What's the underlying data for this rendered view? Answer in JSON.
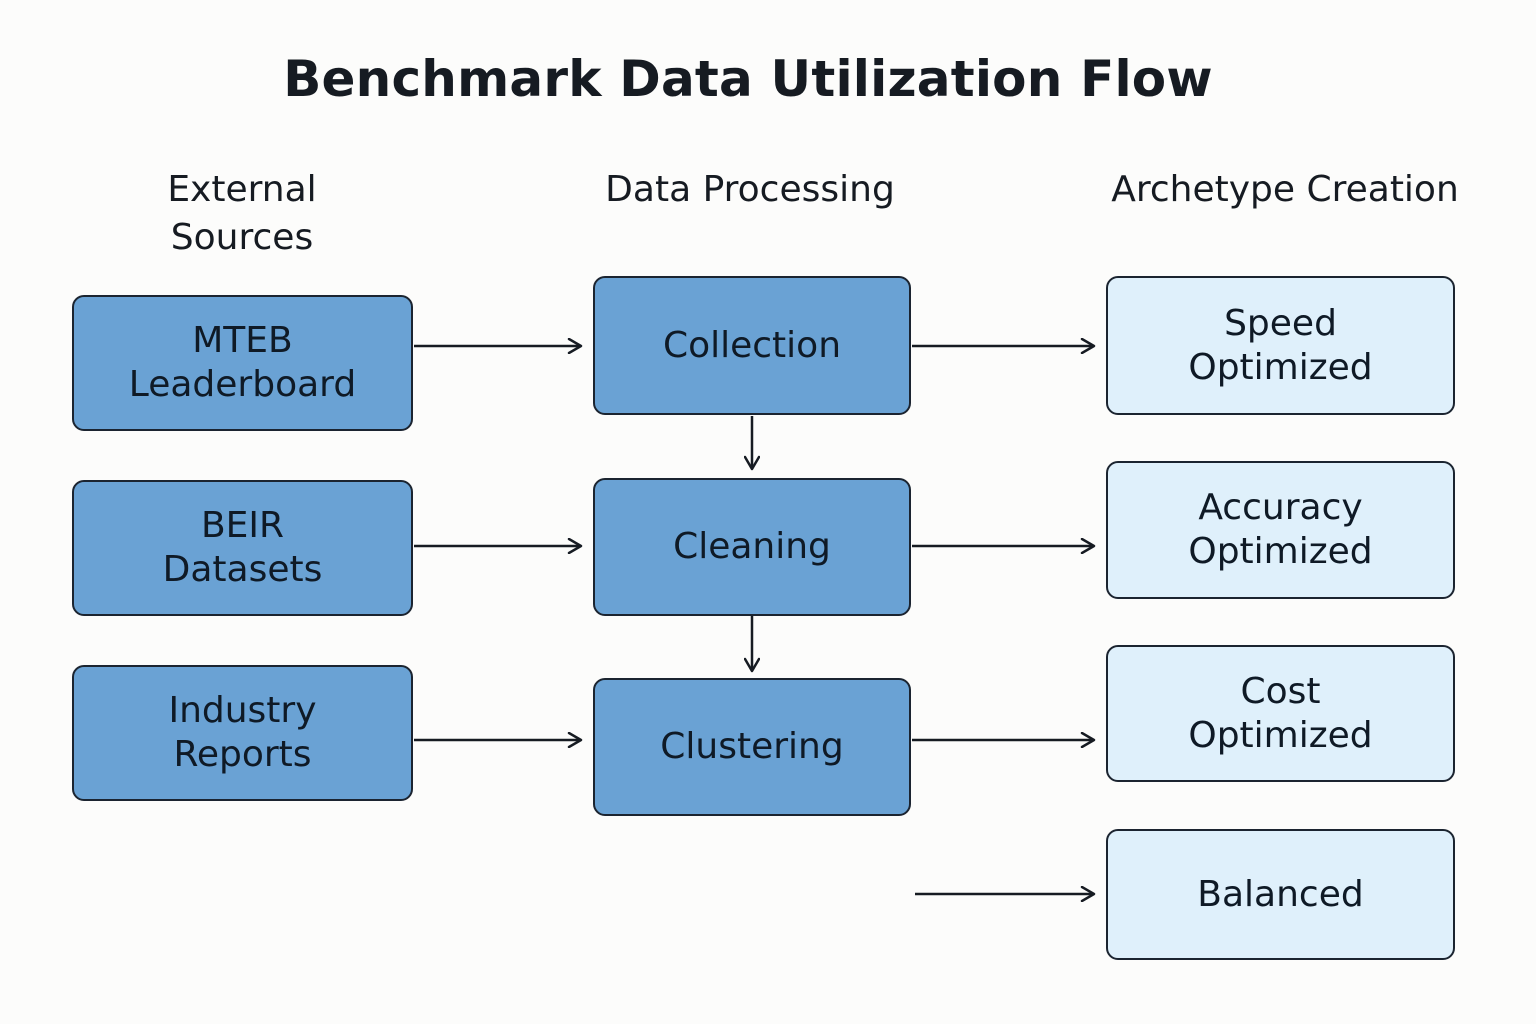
{
  "title": "Benchmark Data Utilization Flow",
  "columns": {
    "external": "External\nSources",
    "processing": "Data Processing",
    "archetype": "Archetype Creation"
  },
  "sources": [
    {
      "label": "MTEB\nLeaderboard"
    },
    {
      "label": "BEIR\nDatasets"
    },
    {
      "label": "Industry\nReports"
    }
  ],
  "processing": [
    {
      "label": "Collection"
    },
    {
      "label": "Cleaning"
    },
    {
      "label": "Clustering"
    }
  ],
  "archetypes": [
    {
      "label": "Speed\nOptimized"
    },
    {
      "label": "Accuracy\nOptimized"
    },
    {
      "label": "Cost\nOptimized"
    },
    {
      "label": "Balanced"
    }
  ],
  "colors": {
    "source_fill": "#6aa2d4",
    "processing_fill": "#6aa2d4",
    "archetype_fill": "#dff0fb",
    "stroke": "#1b2430"
  }
}
